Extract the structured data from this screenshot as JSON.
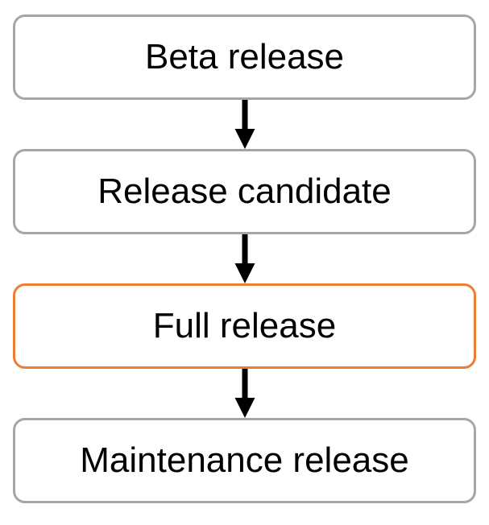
{
  "diagram": {
    "type": "flowchart",
    "direction": "top-down",
    "connector": "arrow-down",
    "nodes": [
      {
        "label": "Beta release",
        "highlighted": false
      },
      {
        "label": "Release candidate",
        "highlighted": false
      },
      {
        "label": "Full release",
        "highlighted": true
      },
      {
        "label": "Maintenance release",
        "highlighted": false
      }
    ],
    "edges": [
      {
        "from": "Beta release",
        "to": "Release candidate"
      },
      {
        "from": "Release candidate",
        "to": "Full release"
      },
      {
        "from": "Full release",
        "to": "Maintenance release"
      }
    ]
  },
  "colors": {
    "node-border": "#A6A6A6",
    "highlight-border": "#ED7D31",
    "arrow": "#000000",
    "text": "#000000",
    "background": "#FFFFFF"
  }
}
